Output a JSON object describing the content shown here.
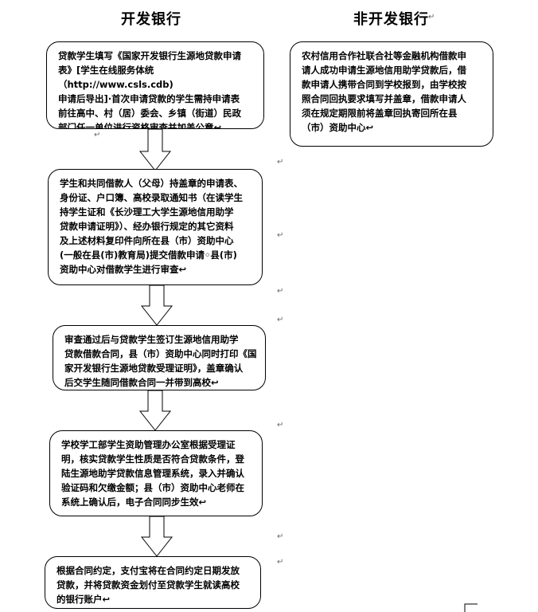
{
  "headings": {
    "left": "开发银行",
    "right": "非开发银行"
  },
  "left_flow": [
    {
      "text": "贷款学生填写《国家开发银行生源地贷款申请\n表》[学生在线服务体统（http://www.csls.cdb)\n申请后导出]·首次申请贷款的学生需持申请表\n前往高中、村（居）委会、乡镇（街道）民政\n部门任一单位进行资格审查并加盖公章↩"
    },
    {
      "text": "学生和共同借款人（父母）持盖章的申请表、\n身份证、户口簿、高校录取通知书（在读学生\n持学生证和《长沙理工大学生源地信用助学\n贷款申请证明》）、经办银行规定的其它资料\n及上述材料复印件向所在县（市）资助中心\n(一般在县(市)教育局)提交借款申请◦县(市)\n资助中心对借款学生进行审查↩"
    },
    {
      "text": "审查通过后与贷款学生签订生源地信用助学\n贷款借款合同，县（市）资助中心同时打印《国\n家开发银行生源地贷款受理证明》，盖章确认\n后交学生随同借款合同一并带到高校↩"
    },
    {
      "text": "学校学工部学生资助管理办公室根据受理证\n明，核实贷款学生性质是否符合贷款条件，登\n陆生源地助学贷款信息管理系统，录入并确认\n验证码和欠缴金额；县（市）资助中心老师在\n系统上确认后，电子合同同步生效↩"
    },
    {
      "text": "根据合同约定，支付宝将在合同约定日期发放\n贷款，并将贷款资金划付至贷款学生就读高校\n的银行账户↩"
    }
  ],
  "right_flow": [
    {
      "text": "农村信用合作社联合社等金融机构借款申\n请人成功申请生源地信用助学贷款后，借\n款申请人携带合同到学校报到，由学校按\n照合同回执要求填写并盖章，借款申请人\n须在规定期限前将盖章回执寄回所在县\n（市）资助中心↩"
    }
  ],
  "paragraph_mark": "↵"
}
